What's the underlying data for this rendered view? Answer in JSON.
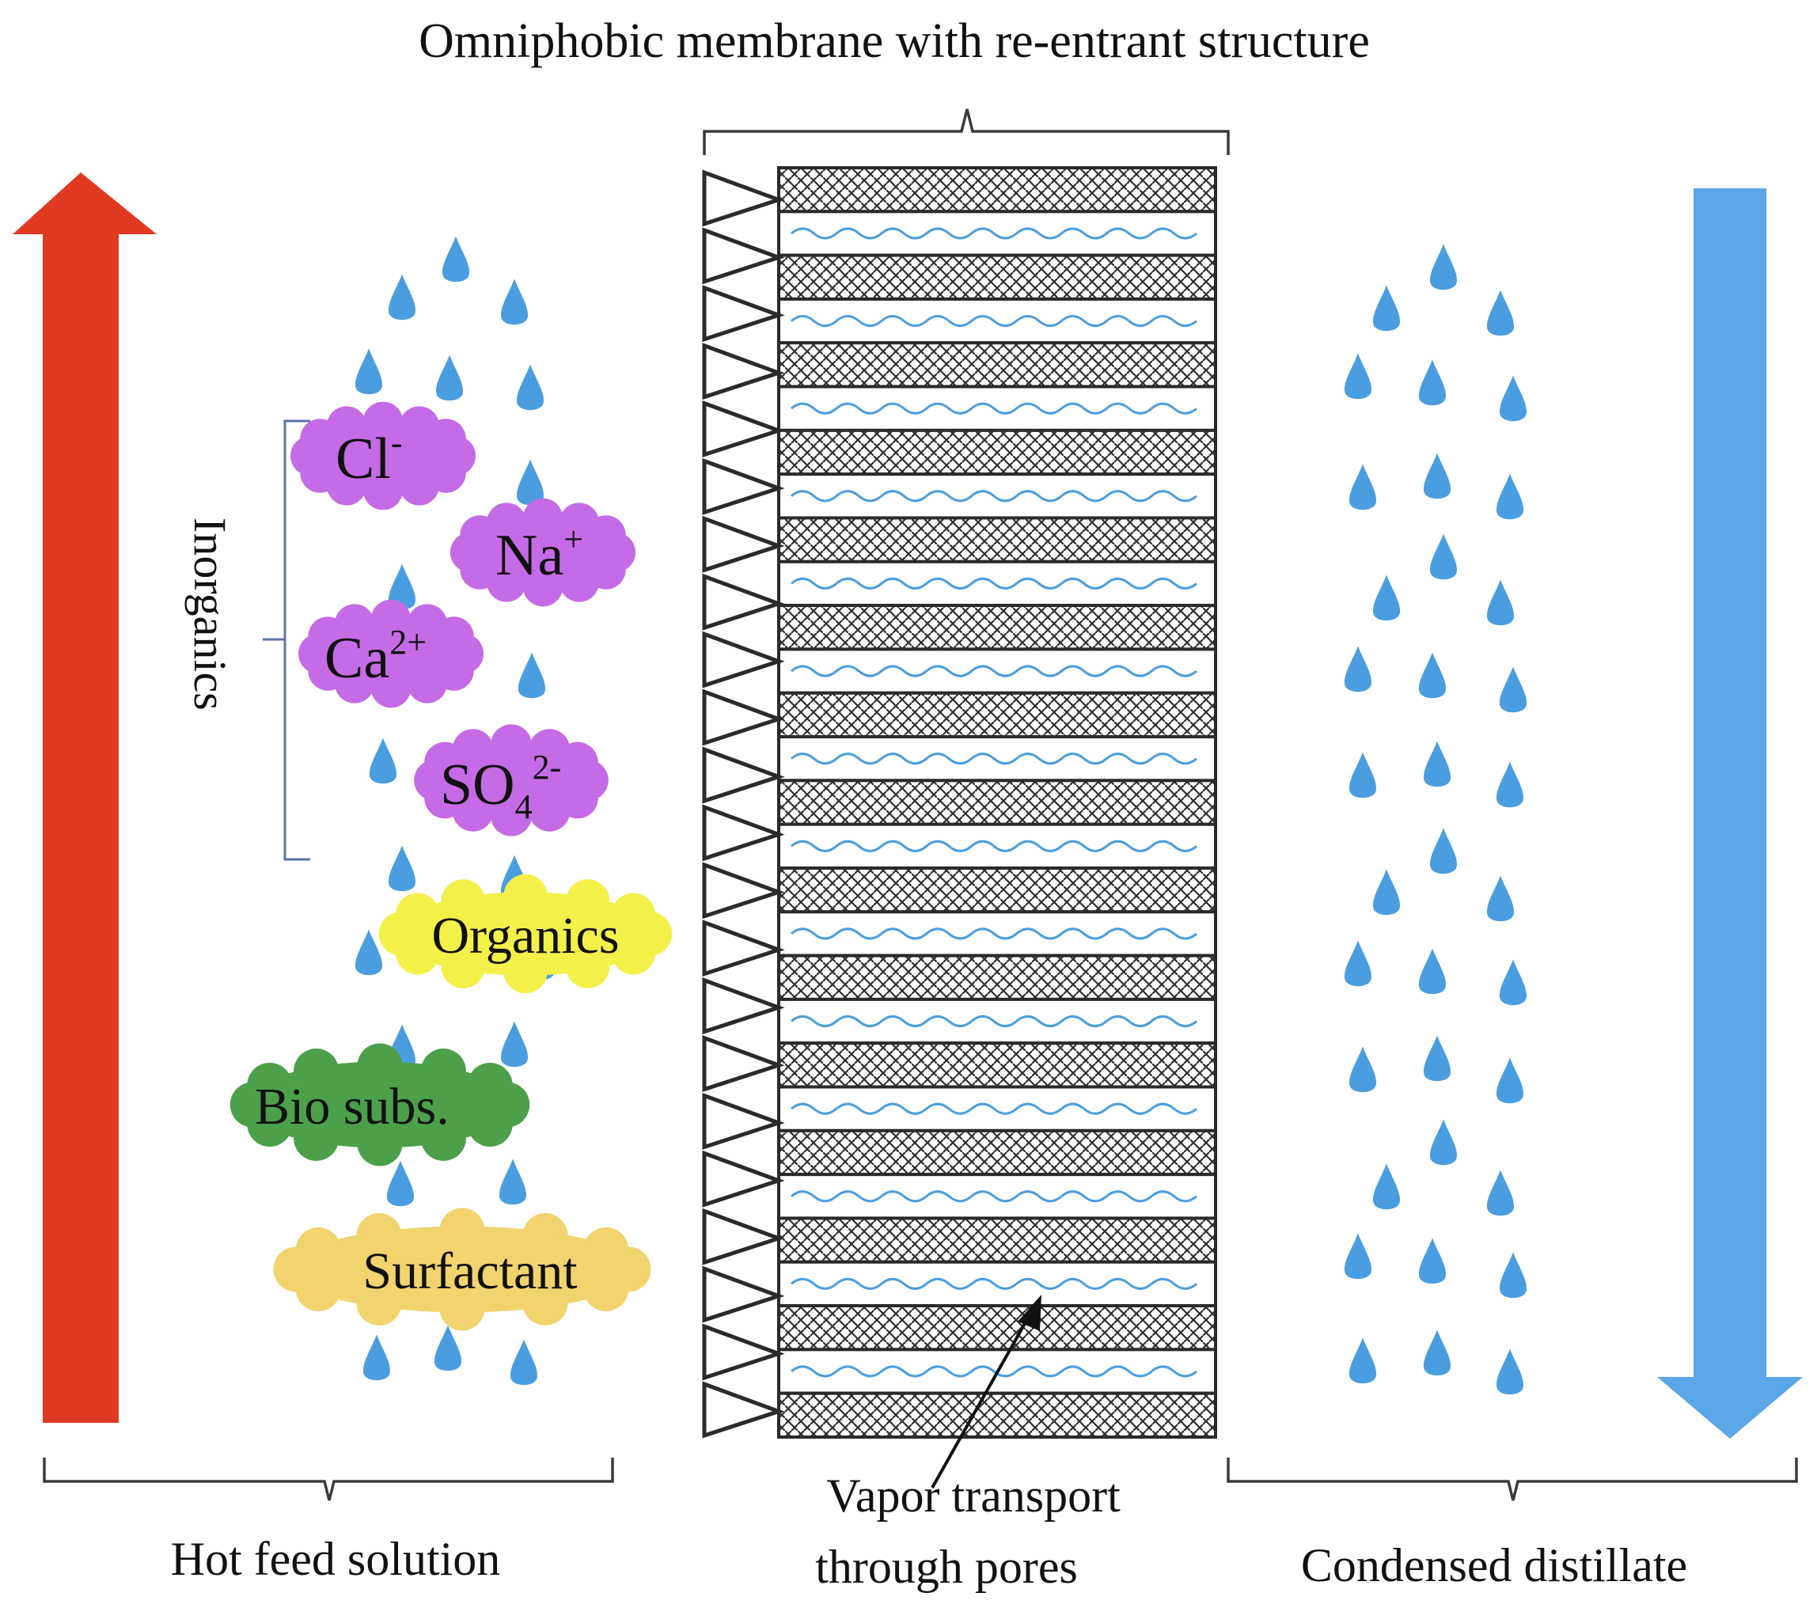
{
  "title": "Omniphobic membrane with re-entrant structure",
  "feed_side": {
    "label": "Hot feed solution",
    "arrow_color": "#e03a22",
    "inorganics_group_label": "Inorganics",
    "inorganics": [
      {
        "text": "Cl",
        "sup": "-",
        "sub": ""
      },
      {
        "text": "Na",
        "sup": "+",
        "sub": ""
      },
      {
        "text": "Ca",
        "sup": "2+",
        "sub": ""
      },
      {
        "text": "SO",
        "sup": "2-",
        "sub": "4"
      }
    ],
    "inorganics_color": "#c56be6",
    "organics": {
      "text": "Organics",
      "color": "#f4f04a"
    },
    "bio": {
      "text": "Bio subs.",
      "color": "#4ca04a"
    },
    "surfactant": {
      "text": "Surfactant",
      "color": "#f1d46e"
    }
  },
  "membrane": {
    "pore_label_line1": "Vapor transport",
    "pore_label_line2": "through pores",
    "wave_color": "#4a9ee0"
  },
  "distillate_side": {
    "label": "Condensed distillate",
    "arrow_color": "#5aa6e6"
  },
  "droplet_color": "#4a9ee0"
}
